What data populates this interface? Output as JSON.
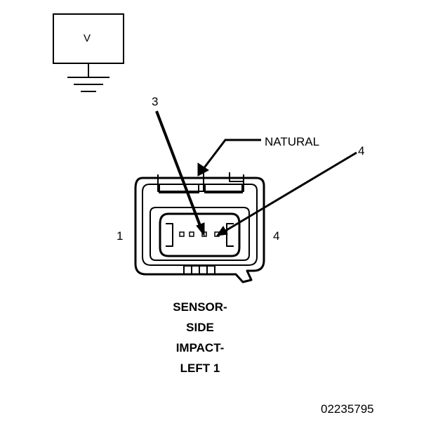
{
  "meter": {
    "symbol": "V"
  },
  "callouts": {
    "pin_3": "3",
    "pin_4_top": "4",
    "connector_color": "NATURAL"
  },
  "cavity_labels": {
    "pin_1": "1",
    "pin_4": "4"
  },
  "connector_name": {
    "line_1": "SENSOR-",
    "line_2": "SIDE",
    "line_3": "IMPACT-",
    "line_4": "LEFT 1"
  },
  "figure_code": "02235795"
}
